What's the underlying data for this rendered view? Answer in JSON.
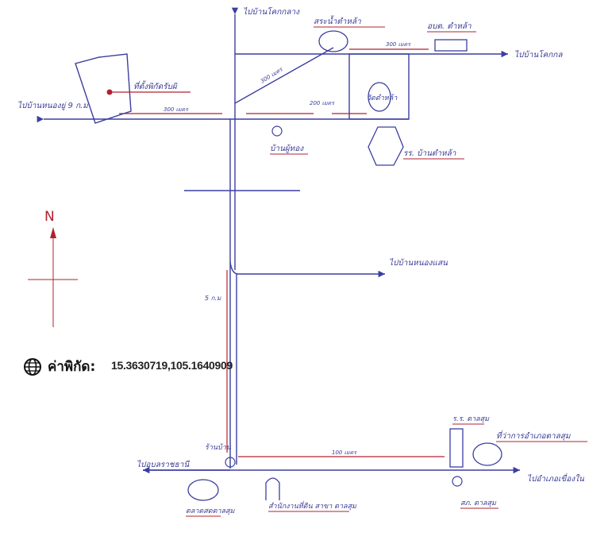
{
  "labels": {
    "to_village_top": "ไปบ้านโคกกลาง",
    "health_office": "สระน้ำตำหล้า",
    "police_box": "อบต. ตำหล้า",
    "to_village_right_top": "ไปบ้านโคกกล",
    "to_village_left": "ไปบ้านหนองยู่ 9 ก.ม",
    "kiosk": "ที่ตั้งพิกัดรับผิ",
    "dist_300_left": "300 เมตร",
    "dist_300_diag": "300 เมตร",
    "dist_200_mid": "200 เมตร",
    "dist_300_top": "300 เมตร",
    "temple": "วัดตำหล้า",
    "house_mark": "บ้านผู้ทอง",
    "school": "รร. บ้านตำหล้า",
    "to_village_mid": "ไปบ้านหนองแสน",
    "north": "N",
    "dist_5km": "5 ก.ม",
    "coord_label": "ค่าพิกัด:",
    "coord_value": "15.3630719,105.1640909",
    "house_bottom": "ร้านบ้าน",
    "dist_100": "100 เมตร",
    "school_bottom": "ร.ร. ตาลสุม",
    "district_office": "ที่ว่าการอำเภอตาลสุม",
    "to_bottom_left": "ไปอุบลราชธานี",
    "market": "ตลาดสดตาลสุม",
    "gov_office": "สำนักงานที่ดิน สาขา ตาลสุม",
    "police_bottom": "สภ. ตาลสุม",
    "to_bottom_right": "ไปอำเภอเขื่องใน"
  },
  "colors": {
    "road": "#3b3fa0",
    "annotation": "#b0232e",
    "text": "#3a3d96",
    "north_arrow": "#b0232e"
  },
  "icons": {
    "globe": "globe-icon"
  }
}
